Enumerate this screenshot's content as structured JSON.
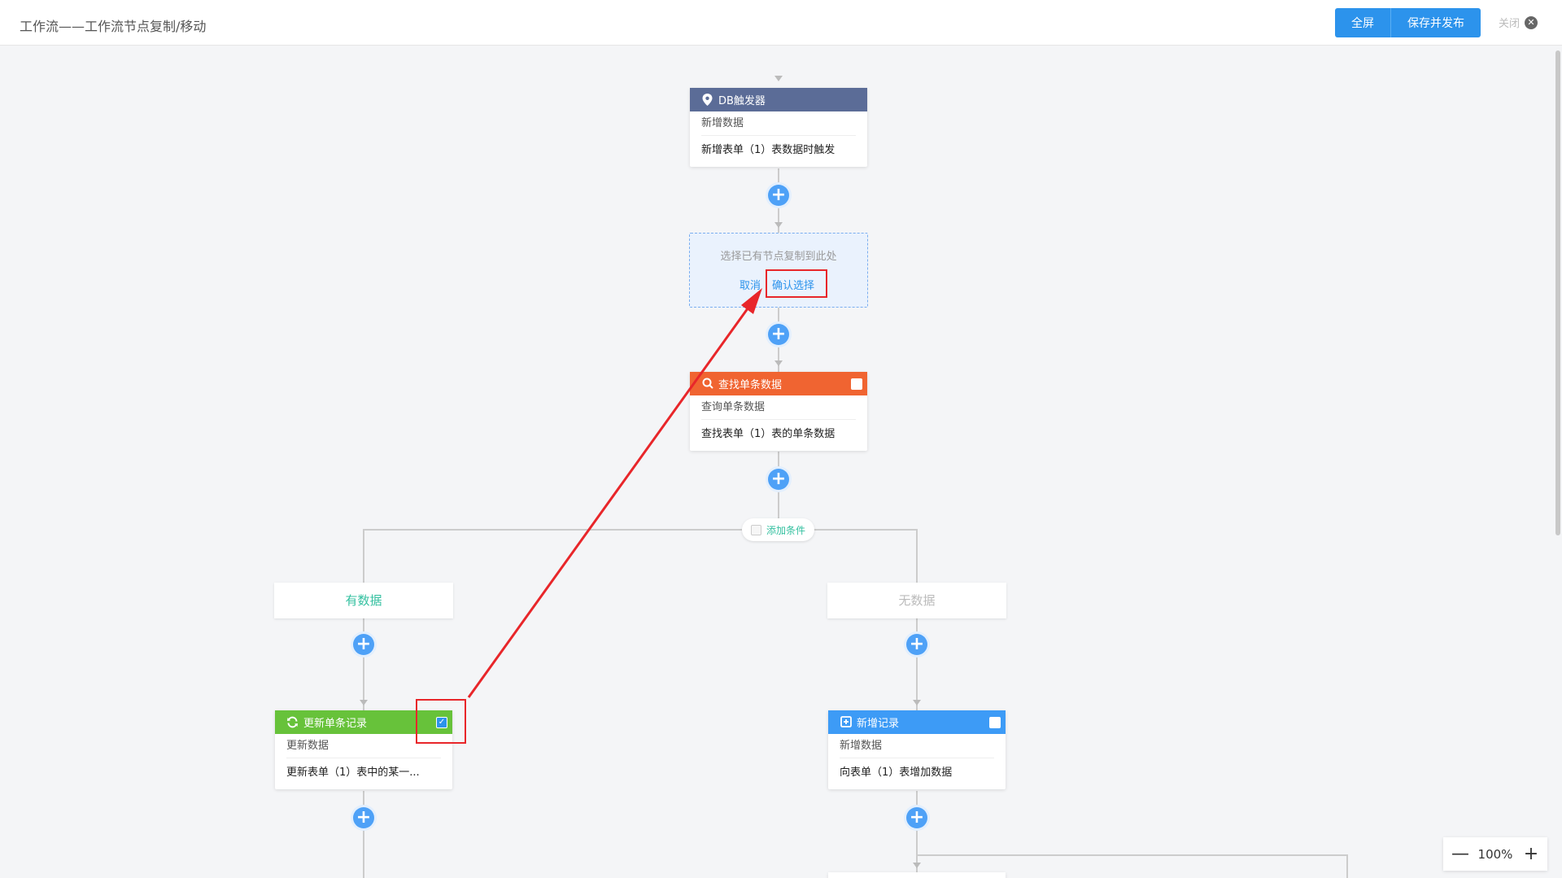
{
  "header": {
    "title": "工作流——工作流节点复制/移动",
    "fullscreen_label": "全屏",
    "save_publish_label": "保存并发布",
    "close_label": "关闭"
  },
  "nodes": {
    "db_trigger": {
      "title": "DB触发器",
      "subtitle": "新增数据",
      "description": "新增表单（1）表数据时触发",
      "color": "#5b6c97",
      "icon": "location-pin-icon"
    },
    "paste_target": {
      "hint": "选择已有节点复制到此处",
      "cancel_label": "取消",
      "confirm_label": "确认选择"
    },
    "find_single": {
      "title": "查找单条数据",
      "subtitle": "查询单条数据",
      "description": "查找表单（1）表的单条数据",
      "color": "#f06431",
      "icon": "search-icon"
    },
    "update_single": {
      "title": "更新单条记录",
      "subtitle": "更新数据",
      "description": "更新表单（1）表中的某一...",
      "color": "#67c23a",
      "icon": "refresh-icon",
      "checked": true
    },
    "add_record": {
      "title": "新增记录",
      "subtitle": "新增数据",
      "description": "向表单（1）表增加数据",
      "color": "#3d9bf6",
      "icon": "add-record-icon"
    }
  },
  "condition": {
    "add_label": "添加条件"
  },
  "branches": {
    "has_data": {
      "label": "有数据",
      "color": "#34c0a0"
    },
    "no_data": {
      "label": "无数据",
      "color": "#bbbbbb"
    }
  },
  "zoom": {
    "level": "100%",
    "minus": "—",
    "plus": "+"
  },
  "colors": {
    "accent": "#2c93ec",
    "annotation": "#e8262a"
  }
}
